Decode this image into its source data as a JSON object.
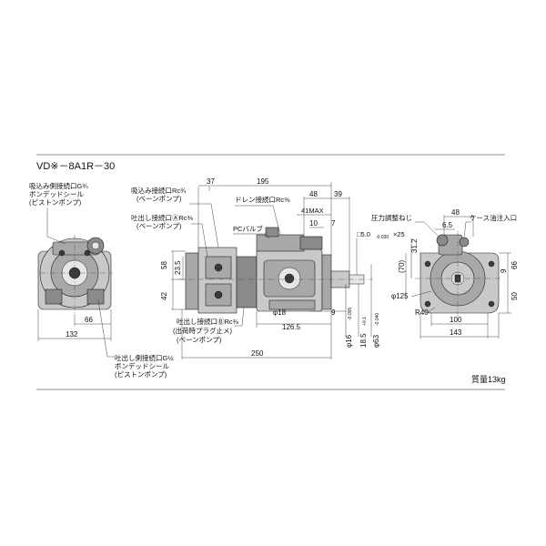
{
  "title": "VD※－8A1R－30",
  "labels": {
    "suction_port": "吸込み側接続口G¾",
    "suction_seal": "ボンデッドシール",
    "suction_type": "(ピストンポンプ)",
    "suction_port_vane": "吸込み接続口Rc¾",
    "suction_port_vane_type": "(ベーンポンプ)",
    "discharge_a": "吐出し接続口ⒶRc⅜",
    "discharge_a_type": "(ベーンポンプ)",
    "drain_port": "ドレン接続口Rc⅜",
    "pc_valve": "PCバルブ",
    "pressure_screw": "圧力調整ねじ",
    "case_oil_port": "ケース油注入口",
    "discharge_b": "吐出し接続口ⒷRc⅜",
    "discharge_b_note": "(出荷時プラグ止メ)",
    "discharge_b_type": "(ベーンポンプ)",
    "discharge_piston": "吐出し側接続口G½",
    "discharge_piston_seal": "ボンデッドシール",
    "discharge_piston_type": "(ピストンポンプ)",
    "mass": "質量13kg"
  },
  "dims": {
    "d66": "66",
    "d132": "132",
    "d37": "37",
    "d195": "195",
    "d48a": "48",
    "d39": "39",
    "d41max": "41MAX",
    "d10": "10",
    "d7": "7",
    "d58": "58",
    "d23_5": "23.5",
    "d42": "42",
    "key": "□5.0",
    "key_tol": "-0.030",
    "d25": "×25",
    "d18": "φ18",
    "d9": "9",
    "d126_5": "126.5",
    "d250": "250",
    "d16": "φ16",
    "d16_tol": "-0.005",
    "d18_5": "18.5",
    "d18_5_tol": "+0.1",
    "d63": "φ63",
    "d63_tol": "-0.040",
    "d48b": "48",
    "d6_5": "6.5",
    "d31_2": "31.2",
    "d70": "(70)",
    "d9b": "9",
    "d66b": "66",
    "d50": "50",
    "d125": "φ125",
    "dR40": "R40",
    "d100": "100",
    "d143": "143"
  }
}
